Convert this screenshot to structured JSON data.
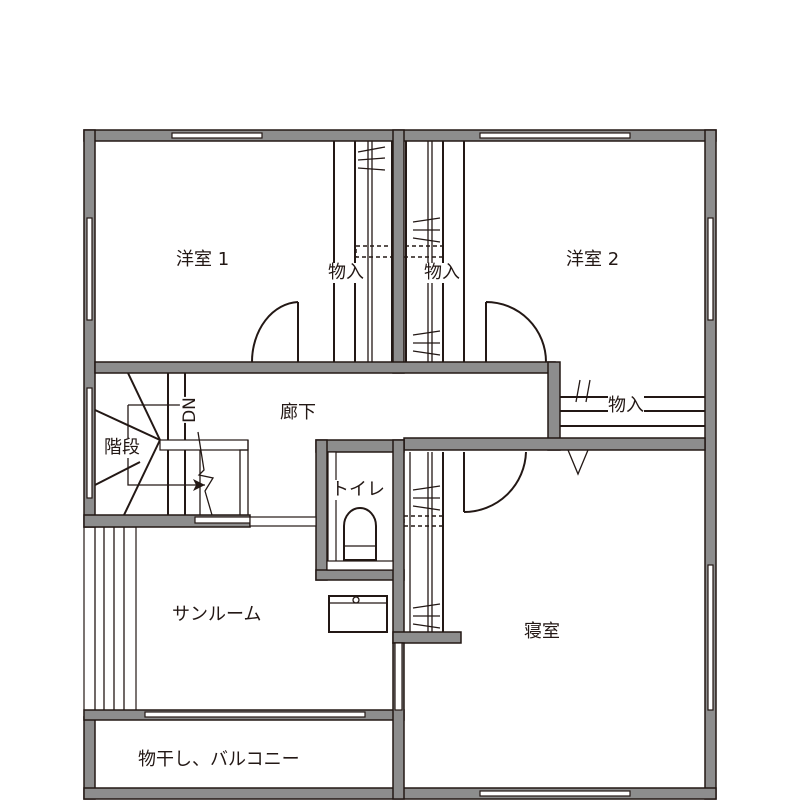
{
  "rooms": {
    "western_room_1": "洋室 1",
    "western_room_2": "洋室 2",
    "closet_1": "物入",
    "closet_2": "物入",
    "closet_3": "物入",
    "hallway": "廊下",
    "stairs": "階段",
    "stairs_direction": "DN",
    "toilet": "トイレ",
    "sunroom": "サンルーム",
    "bedroom": "寝室",
    "balcony": "物干し、バルコニー"
  },
  "colors": {
    "wall": "#8d8d8d",
    "line": "#231815"
  }
}
